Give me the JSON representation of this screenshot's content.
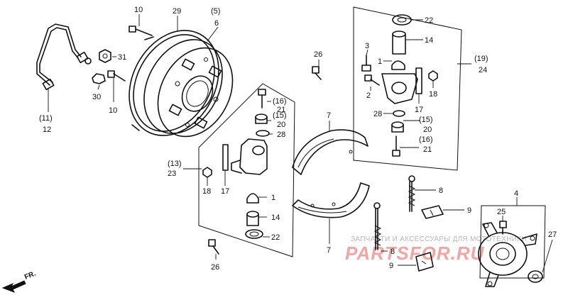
{
  "labels": {
    "l10a": "10",
    "l29": "29",
    "l5": "(5)",
    "l6": "6",
    "l31": "31",
    "l30": "30",
    "l10b": "10",
    "l11": "(11)",
    "l12": "12",
    "l26a": "26",
    "l16a": "(16)",
    "l21a": "21",
    "l15a": "(15)",
    "l20a": "20",
    "l28a": "28",
    "l7a": "7",
    "l13": "(13)",
    "l23": "23",
    "l18a": "18",
    "l17a": "17",
    "l1a": "1",
    "l14a": "14",
    "l22a": "22",
    "l26b": "26",
    "l7b": "7",
    "l22b": "22",
    "l14b": "14",
    "l3": "3",
    "l1b": "1",
    "l19": "(19)",
    "l24": "24",
    "l2": "2",
    "l17b": "17",
    "l18b": "18",
    "l28b": "28",
    "l15b": "(15)",
    "l20b": "20",
    "l16b": "(16)",
    "l21b": "21",
    "l8a": "8",
    "l9a": "9",
    "l8b": "8",
    "l9b": "9",
    "l4": "4",
    "l25": "25",
    "l27": "27"
  },
  "direction_label": "FR.",
  "watermark": {
    "caption": "ЗАПЧАСТИ И АКСЕССУАРЫ ДЛЯ МОТОТЕХНИКИ",
    "brand": "PARTSFOR.RU"
  }
}
